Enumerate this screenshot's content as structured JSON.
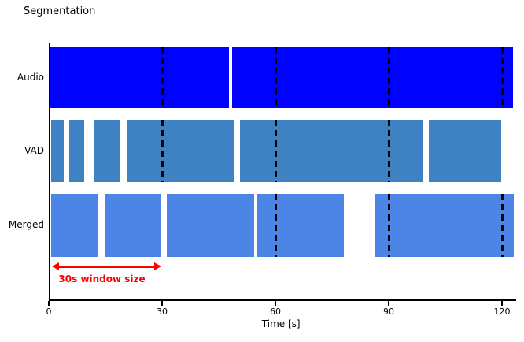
{
  "chart_data": {
    "type": "bar",
    "subtype": "horizontal-timeline-segments",
    "title": "Segmentation",
    "xlabel": "Time [s]",
    "ylabel": "",
    "xlim": [
      0,
      125
    ],
    "x_ticks": [
      0,
      30,
      60,
      90,
      120
    ],
    "grid": false,
    "window_size_seconds": 30,
    "window_boundaries_seconds": [
      30,
      60,
      90,
      120
    ],
    "boundary_line_style": "black dashed, clipped to bars",
    "series": [
      {
        "name": "Audio",
        "color": "#0101fe",
        "segments": [
          [
            0.4,
            47.7
          ],
          [
            48.5,
            122.9
          ]
        ]
      },
      {
        "name": "VAD",
        "color": "#3e82c4",
        "segments": [
          [
            0.6,
            4.0
          ],
          [
            5.4,
            9.4
          ],
          [
            11.9,
            18.8
          ],
          [
            20.6,
            49.2
          ],
          [
            50.6,
            99.0
          ],
          [
            100.6,
            119.8
          ]
        ]
      },
      {
        "name": "Merged",
        "color": "#4c85e6",
        "segments": [
          [
            0.6,
            13.1
          ],
          [
            14.8,
            29.6
          ],
          [
            31.3,
            54.4
          ],
          [
            55.2,
            78.1
          ],
          [
            86.3,
            123.1
          ]
        ]
      }
    ],
    "annotation": {
      "label": "30s window size",
      "from_s": 1.25,
      "to_s": 29.4,
      "color": "#ff0000"
    }
  },
  "colors": {
    "row_audio": "#0101fe",
    "row_vad": "#3e82c4",
    "row_merged": "#4c85e6",
    "annotation_red": "#ff0000",
    "axis_black": "#000000",
    "background": "#ffffff"
  }
}
